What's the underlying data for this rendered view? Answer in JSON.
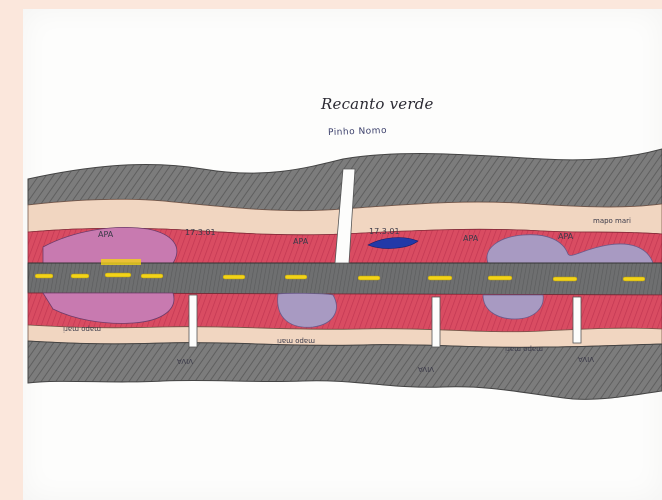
{
  "drawing": {
    "title": "Recanto verde",
    "subtitle": "Pinho Nomo",
    "labels": {
      "area_top_1": "APA",
      "area_top_2": "APA",
      "area_top_3": "APA",
      "area_top_4": "APA",
      "date_left": "17.3.01",
      "date_right": "17.3.01",
      "name_top_right": "mapo mari",
      "name_bottom_left": "mapo mari",
      "name_bottom_center": "mapo mari",
      "name_bottom_right": "mapo mari",
      "tag_1": "VIVA",
      "tag_2": "VIVA",
      "tag_3": "VIVA"
    }
  },
  "colors": {
    "background": "#fbe7dc",
    "paper": "#fdfdfc",
    "gray_band": "#767676",
    "beige_band": "#f1d6c1",
    "red_fill": "#d94c62",
    "pink_fill": "#c87ab0",
    "lilac_fill": "#a89ac2",
    "road": "#6e6f70",
    "road_dash": "#f3d318",
    "blue_mark": "#2239a8"
  }
}
